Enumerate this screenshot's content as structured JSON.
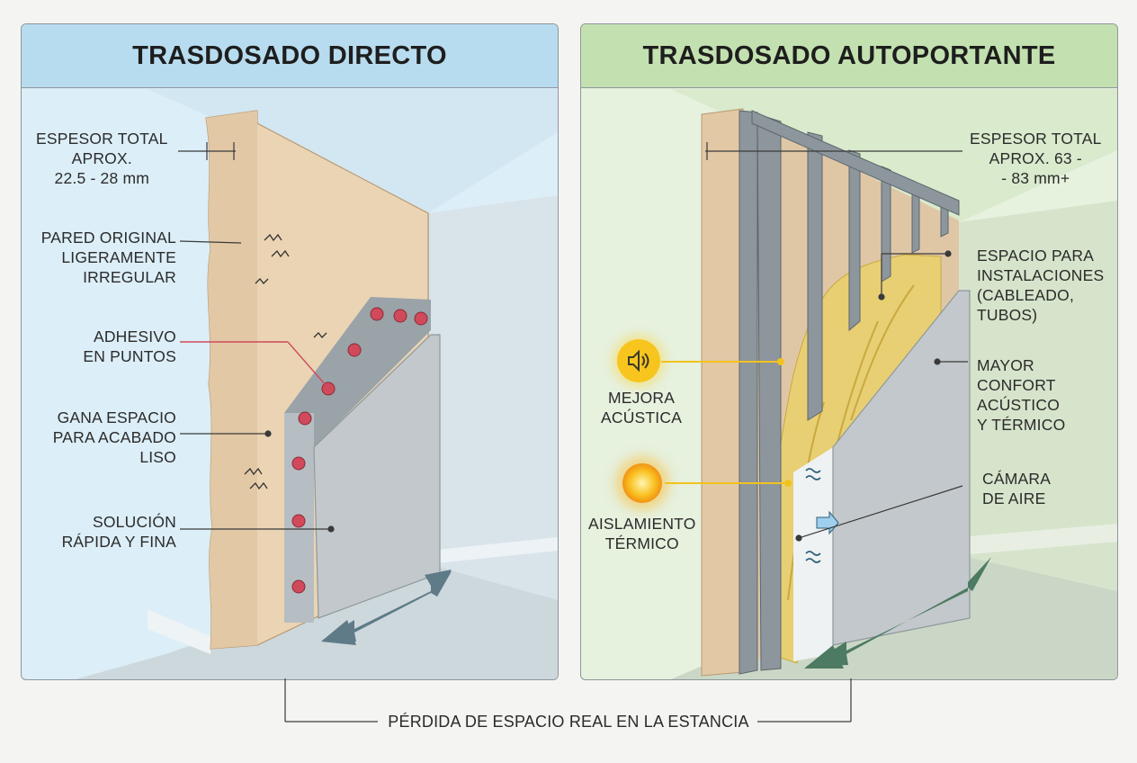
{
  "left": {
    "title": "TRASDOSADO DIRECTO",
    "labels": {
      "thickness": [
        "ESPESOR TOTAL",
        "APROX.",
        "22.5 - 28 mm"
      ],
      "original_wall": [
        "PARED ORIGINAL",
        "LIGERAMENTE",
        "IRREGULAR"
      ],
      "adhesive": [
        "ADHESIVO",
        "EN PUNTOS"
      ],
      "gain_space": [
        "GANA ESPACIO",
        "PARA ACABADO",
        "LISO"
      ],
      "quick_solution": [
        "SOLUCIÓN",
        "RÁPIDA Y FINA"
      ]
    }
  },
  "right": {
    "title": "TRASDOSADO AUTOPORTANTE",
    "labels": {
      "thickness": [
        "ESPESOR TOTAL",
        "APROX. 63 -",
        "- 83 mm+"
      ],
      "installations": [
        "ESPACIO PARA",
        "INSTALACIONES",
        "(CABLEADO,",
        "TUBOS)"
      ],
      "comfort": [
        "MAYOR",
        "CONFORT",
        "ACÚSTICO",
        "Y TÉRMICO"
      ],
      "air_chamber": [
        "CÁMARA",
        "DE AIRE"
      ],
      "acoustic": [
        "MEJORA",
        "ACÚSTICA"
      ],
      "thermal": [
        "AISLAMIENTO",
        "TÉRMICO"
      ]
    }
  },
  "footer": "PÉRDIDA DE ESPACIO REAL EN LA ESTANCIA",
  "colors": {
    "left_header": "#b8dcef",
    "left_bg": "#dceef7",
    "right_header": "#c3e1b0",
    "right_bg": "#e6f1de",
    "adhesive": "#d04a5c",
    "insulation": "#e8cf73",
    "icon_yellow": "#f7c51e",
    "arrow": "#5e7b87"
  }
}
